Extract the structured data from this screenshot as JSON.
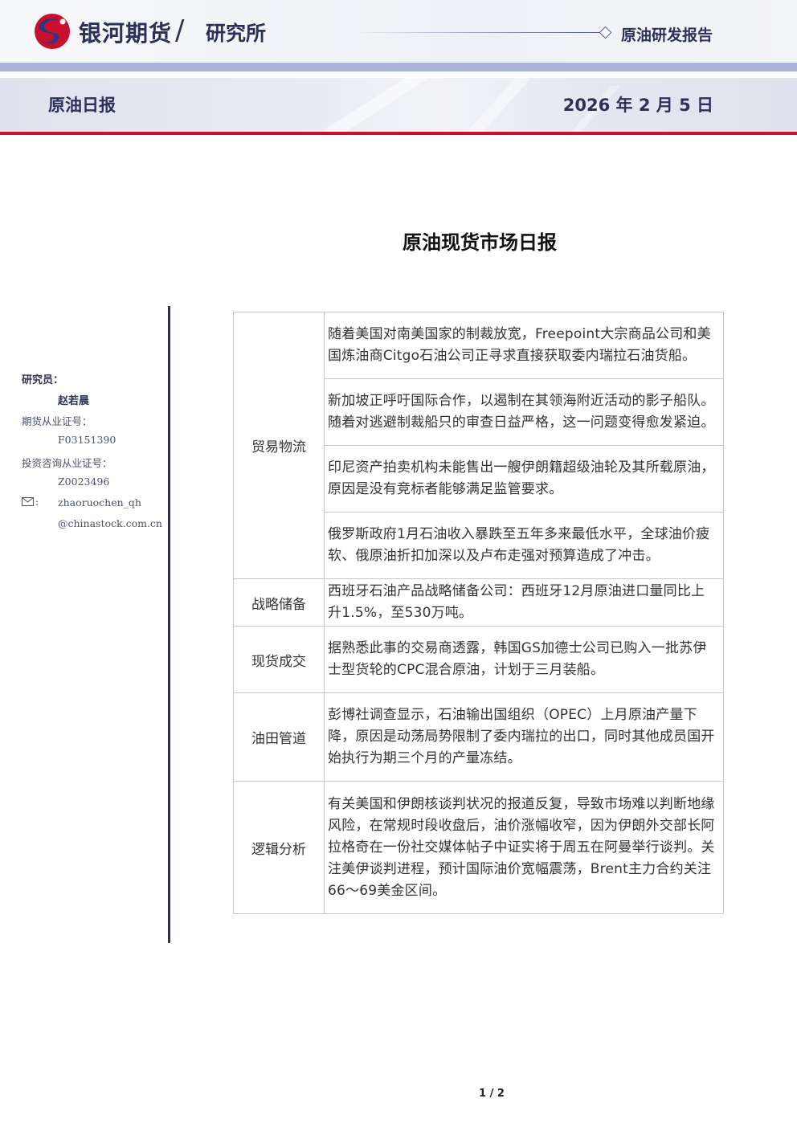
{
  "header": {
    "brand": "银河期货",
    "slash": "/",
    "department": "研究所",
    "report_type": "原油研发报告",
    "daily_label": "原油日报",
    "date": "2026 年 2 月 5 日"
  },
  "title": "原油现货市场日报",
  "sidebar": {
    "researcher_label": "研究员：",
    "researcher_name": "赵若晨",
    "futures_cert_label": "期货从业证号：",
    "futures_cert": "F03151390",
    "consult_cert_label": "投资咨询从业证号：",
    "consult_cert": "Z0023496",
    "email_colon": ":",
    "email_line1": "zhaoruochen_qh",
    "email_line2": "@chinastock.com.cn"
  },
  "table": {
    "sections": [
      {
        "category": "贸易物流",
        "items": [
          "随着美国对南美国家的制裁放宽，Freepoint大宗商品公司和美国炼油商Citgo石油公司正寻求直接获取委内瑞拉石油货船。",
          "新加坡正呼吁国际合作，以遏制在其领海附近活动的影子船队。随着对逃避制裁船只的审查日益严格，这一问题变得愈发紧迫。",
          "印尼资产拍卖机构未能售出一艘伊朗籍超级油轮及其所载原油，原因是没有竞标者能够满足监管要求。",
          "俄罗斯政府1月石油收入暴跌至五年多来最低水平，全球油价疲软、俄原油折扣加深以及卢布走强对预算造成了冲击。"
        ]
      },
      {
        "category": "战略储备",
        "items": [
          "西班牙石油产品战略储备公司：西班牙12月原油进口量同比上升1.5%，至530万吨。"
        ]
      },
      {
        "category": "现货成交",
        "items": [
          "据熟悉此事的交易商透露，韩国GS加德士公司已购入一批苏伊士型货轮的CPC混合原油，计划于三月装船。"
        ]
      },
      {
        "category": "油田管道",
        "items": [
          "彭博社调查显示，石油输出国组织（OPEC）上月原油产量下降，原因是动荡局势限制了委内瑞拉的出口，同时其他成员国开始执行为期三个月的产量冻结。"
        ]
      },
      {
        "category": "逻辑分析",
        "items": [
          "有关美国和伊朗核谈判状况的报道反复，导致市场难以判断地缘风险，在常规时段收盘后，油价涨幅收窄，因为伊朗外交部长阿拉格奇在一份社交媒体帖子中证实将于周五在阿曼举行谈判。关注美伊谈判进程，预计国际油价宽幅震荡，Brent主力合约关注66～69美金区间。"
        ]
      }
    ]
  },
  "footer": {
    "page": "1 / 2"
  },
  "colors": {
    "navy": "#2b3158",
    "red": "#c8102e",
    "stripe": "#aab4d6"
  }
}
